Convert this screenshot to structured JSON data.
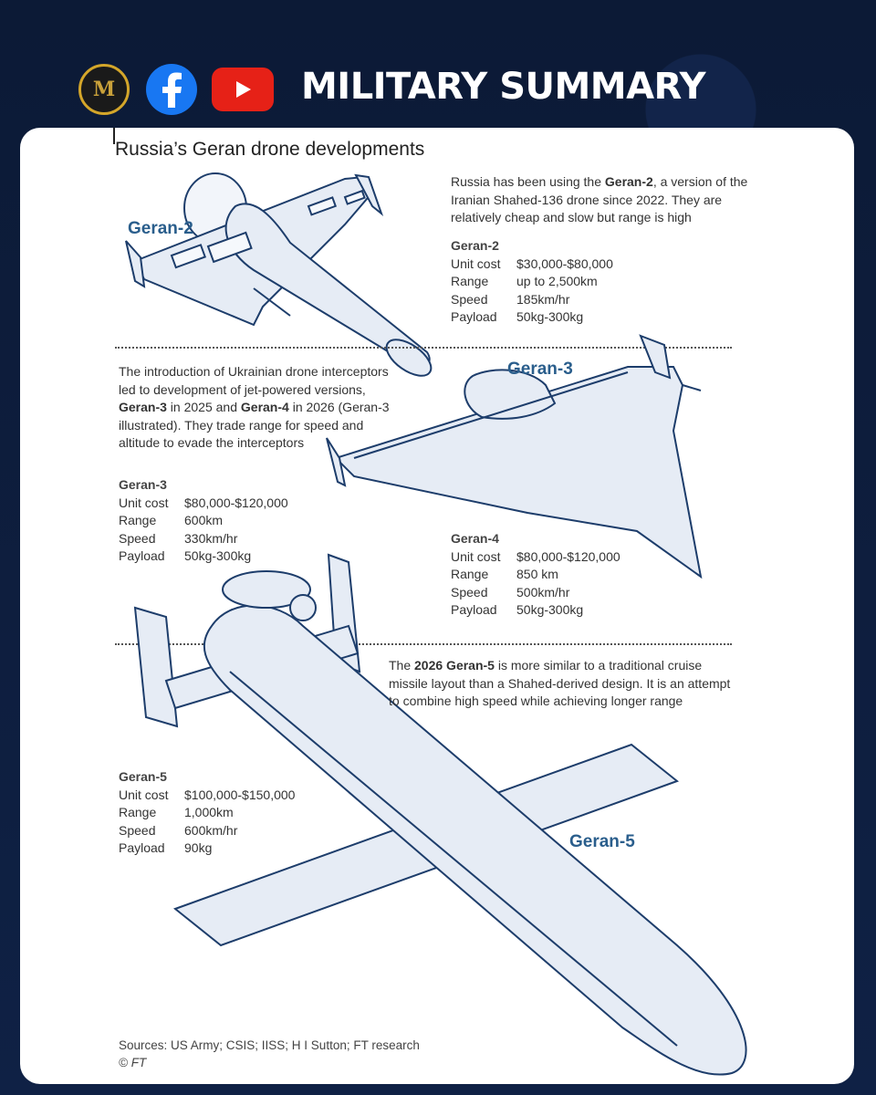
{
  "header": {
    "logo_letter": "M",
    "brand_title": "MILITARY SUMMARY"
  },
  "card": {
    "title": "Russia’s Geran drone developments"
  },
  "geran2": {
    "label": "Geran-2",
    "intro_1": "Russia has been using the ",
    "intro_bold": "Geran-2",
    "intro_2": ", a version of the Iranian Shahed-136 drone since 2022. They are relatively cheap and slow but range is high",
    "spec_head": "Geran-2",
    "specs": [
      {
        "k": "Unit cost",
        "v": "$30,000-$80,000"
      },
      {
        "k": "Range",
        "v": "up to 2,500km"
      },
      {
        "k": "Speed",
        "v": "185km/hr"
      },
      {
        "k": "Payload",
        "v": "50kg-300kg"
      }
    ]
  },
  "geran3": {
    "label": "Geran-3",
    "intro_1": "The introduction of Ukrainian drone interceptors led to development of jet-powered versions, ",
    "intro_bold_1": "Geran-3",
    "intro_2": " in 2025 and ",
    "intro_bold_2": "Geran-4",
    "intro_3": " in 2026 (Geran-3 illustrated). They trade range for speed and altitude to evade the interceptors",
    "spec_head": "Geran-3",
    "specs": [
      {
        "k": "Unit cost",
        "v": "$80,000-$120,000"
      },
      {
        "k": "Range",
        "v": "600km"
      },
      {
        "k": "Speed",
        "v": "330km/hr"
      },
      {
        "k": "Payload",
        "v": "50kg-300kg"
      }
    ]
  },
  "geran4": {
    "spec_head": "Geran-4",
    "specs": [
      {
        "k": "Unit cost",
        "v": "$80,000-$120,000"
      },
      {
        "k": "Range",
        "v": "850 km"
      },
      {
        "k": "Speed",
        "v": "500km/hr"
      },
      {
        "k": "Payload",
        "v": "50kg-300kg"
      }
    ]
  },
  "geran5": {
    "label": "Geran-5",
    "intro_1": "The ",
    "intro_bold": "2026 Geran-5",
    "intro_2": " is more similar to a traditional cruise missile layout than a Shahed-derived design. It is an attempt to combine high speed while achieving longer range",
    "spec_head": "Geran-5",
    "specs": [
      {
        "k": "Unit cost",
        "v": "$100,000-$150,000"
      },
      {
        "k": "Range",
        "v": "1,000km"
      },
      {
        "k": "Speed",
        "v": "600km/hr"
      },
      {
        "k": "Payload",
        "v": "90kg"
      }
    ]
  },
  "footer": {
    "sources": "Sources: US Army; CSIS; IISS; H I Sutton; FT research",
    "copyright": "© FT"
  },
  "colors": {
    "background": "#0d1d3c",
    "accent_label": "#2a5e8c",
    "drone_fill": "#e6ecf5",
    "drone_stroke": "#1d3d6b"
  }
}
